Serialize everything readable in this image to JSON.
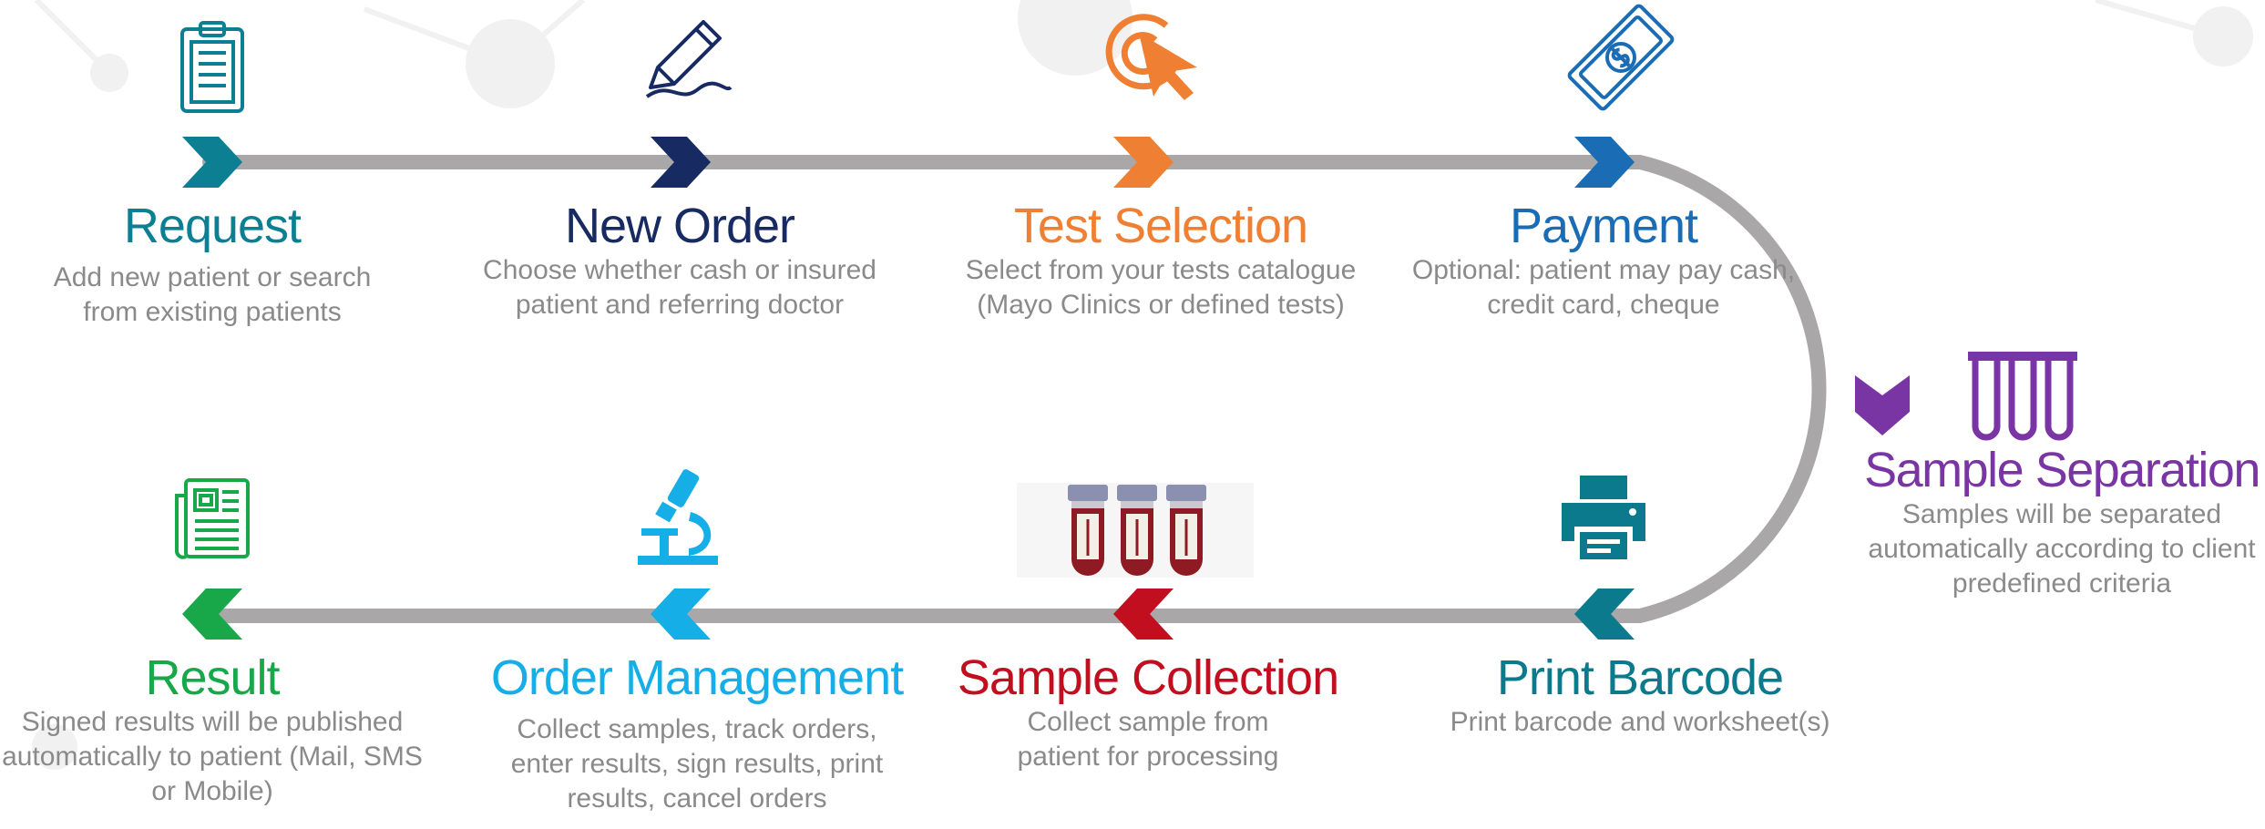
{
  "colors": {
    "track": "#a9a7a8",
    "request": "#0d7f93",
    "new_order": "#172a62",
    "test_selection": "#ef8033",
    "payment": "#1a6db5",
    "sample_separation": "#7a35a5",
    "print_barcode": "#0b7a8c",
    "sample_collection": "#c20f1f",
    "order_management": "#15aee6",
    "result": "#18a84a",
    "description": "#8a8a8a"
  },
  "steps": {
    "request": {
      "title": "Request",
      "desc_lines": [
        "Add new  patient or search",
        "from existing patients"
      ],
      "icon": "clipboard-icon"
    },
    "new_order": {
      "title": "New Order",
      "desc_lines": [
        "Choose whether cash or insured",
        "patient and referring doctor"
      ],
      "icon": "pencil-icon"
    },
    "test_selection": {
      "title": "Test Selection",
      "desc_lines": [
        "Select from your tests catalogue",
        "(Mayo Clinics or defined tests)"
      ],
      "icon": "target-cursor-icon"
    },
    "payment": {
      "title": "Payment",
      "desc_lines": [
        "Optional: patient may pay cash,",
        "credit card, cheque"
      ],
      "icon": "money-bill-icon"
    },
    "sample_separation": {
      "title": "Sample Separation",
      "desc_lines": [
        "Samples will be separated",
        "automatically according to client",
        "predefined criteria"
      ],
      "icon": "test-tubes-icon"
    },
    "print_barcode": {
      "title": "Print Barcode",
      "desc_lines": [
        "Print barcode and worksheet(s)"
      ],
      "icon": "printer-icon"
    },
    "sample_collection": {
      "title": "Sample Collection",
      "desc_lines": [
        "Collect sample from",
        "patient for processing"
      ],
      "icon": "blood-tubes-icon"
    },
    "order_management": {
      "title": "Order Management",
      "desc_lines": [
        "Collect samples, track orders,",
        "enter results, sign results, print",
        "results, cancel orders"
      ],
      "icon": "microscope-icon"
    },
    "result": {
      "title": "Result",
      "desc_lines": [
        "Signed results will be published",
        "automatically to patient (Mail, SMS",
        "or Mobile)"
      ],
      "icon": "newspaper-icon"
    }
  }
}
